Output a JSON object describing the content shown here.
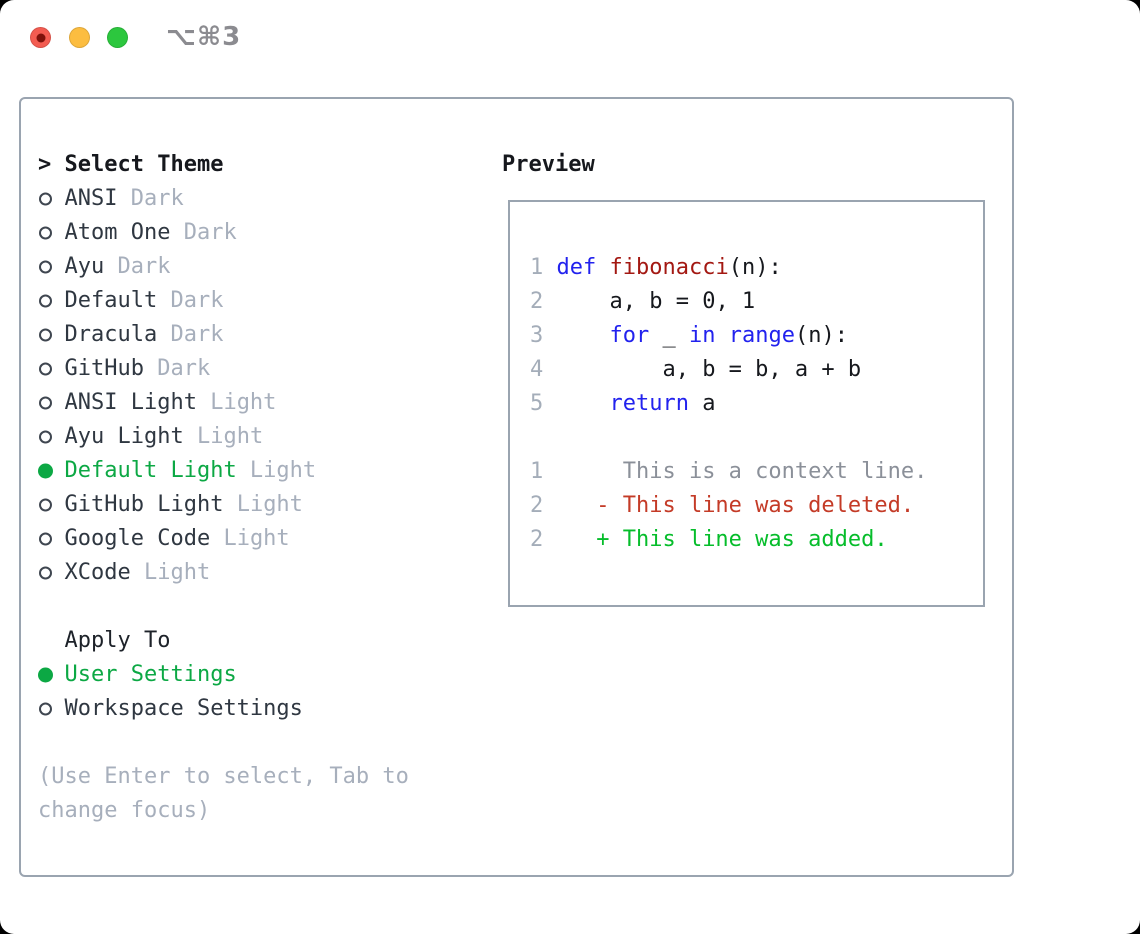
{
  "titlebar": {
    "shortcut": "⌥⌘3",
    "buttons": [
      "close",
      "minimize",
      "zoom"
    ]
  },
  "colors": {
    "selection_green": "#0ca844",
    "keyword_blue": "#2222ee",
    "function_red": "#a31812",
    "deleted_red": "#c43b27",
    "added_green": "#06bd2b",
    "muted_gray": "#a7afbc",
    "border_gray": "#9aa4b0",
    "text_dark": "#2f3741"
  },
  "theme_panel": {
    "header": {
      "prefix": ">",
      "label": "Select Theme"
    },
    "themes": [
      {
        "name": "ANSI",
        "variant": "Dark",
        "selected": false
      },
      {
        "name": "Atom One",
        "variant": "Dark",
        "selected": false
      },
      {
        "name": "Ayu",
        "variant": "Dark",
        "selected": false
      },
      {
        "name": "Default",
        "variant": "Dark",
        "selected": false
      },
      {
        "name": "Dracula",
        "variant": "Dark",
        "selected": false
      },
      {
        "name": "GitHub",
        "variant": "Dark",
        "selected": false
      },
      {
        "name": "ANSI Light",
        "variant": "Light",
        "selected": false
      },
      {
        "name": "Ayu Light",
        "variant": "Light",
        "selected": false
      },
      {
        "name": "Default Light",
        "variant": "Light",
        "selected": true
      },
      {
        "name": "GitHub Light",
        "variant": "Light",
        "selected": false
      },
      {
        "name": "Google Code",
        "variant": "Light",
        "selected": false
      },
      {
        "name": "XCode",
        "variant": "Light",
        "selected": false
      }
    ],
    "apply_to": {
      "header": "Apply To",
      "options": [
        {
          "label": "User Settings",
          "selected": true
        },
        {
          "label": "Workspace Settings",
          "selected": false
        }
      ]
    },
    "hint_lines": [
      "(Use Enter to select, Tab to",
      "change focus)"
    ]
  },
  "preview": {
    "title": "Preview",
    "code_lines": [
      [
        [
          "num",
          "1 "
        ],
        [
          "kw",
          "def"
        ],
        [
          "plain",
          " "
        ],
        [
          "fn",
          "fibonacci"
        ],
        [
          "plain",
          "(n):"
        ]
      ],
      [
        [
          "num",
          "2 "
        ],
        [
          "plain",
          "    a, b = 0, 1"
        ]
      ],
      [
        [
          "num",
          "3 "
        ],
        [
          "plain",
          "    "
        ],
        [
          "kw",
          "for"
        ],
        [
          "plain",
          " _ "
        ],
        [
          "kw",
          "in"
        ],
        [
          "plain",
          " "
        ],
        [
          "kw",
          "range"
        ],
        [
          "plain",
          "(n):"
        ]
      ],
      [
        [
          "num",
          "4 "
        ],
        [
          "plain",
          "        a, b = b, a + b"
        ]
      ],
      [
        [
          "num",
          "5 "
        ],
        [
          "plain",
          "    "
        ],
        [
          "kw",
          "return"
        ],
        [
          "plain",
          " a"
        ]
      ],
      [],
      [
        [
          "num",
          "1"
        ],
        [
          "ctx",
          "      This is a context line."
        ]
      ],
      [
        [
          "num",
          "2"
        ],
        [
          "del",
          "    - This line was deleted."
        ]
      ],
      [
        [
          "num",
          "2"
        ],
        [
          "add",
          "    + This line was added."
        ]
      ]
    ]
  }
}
